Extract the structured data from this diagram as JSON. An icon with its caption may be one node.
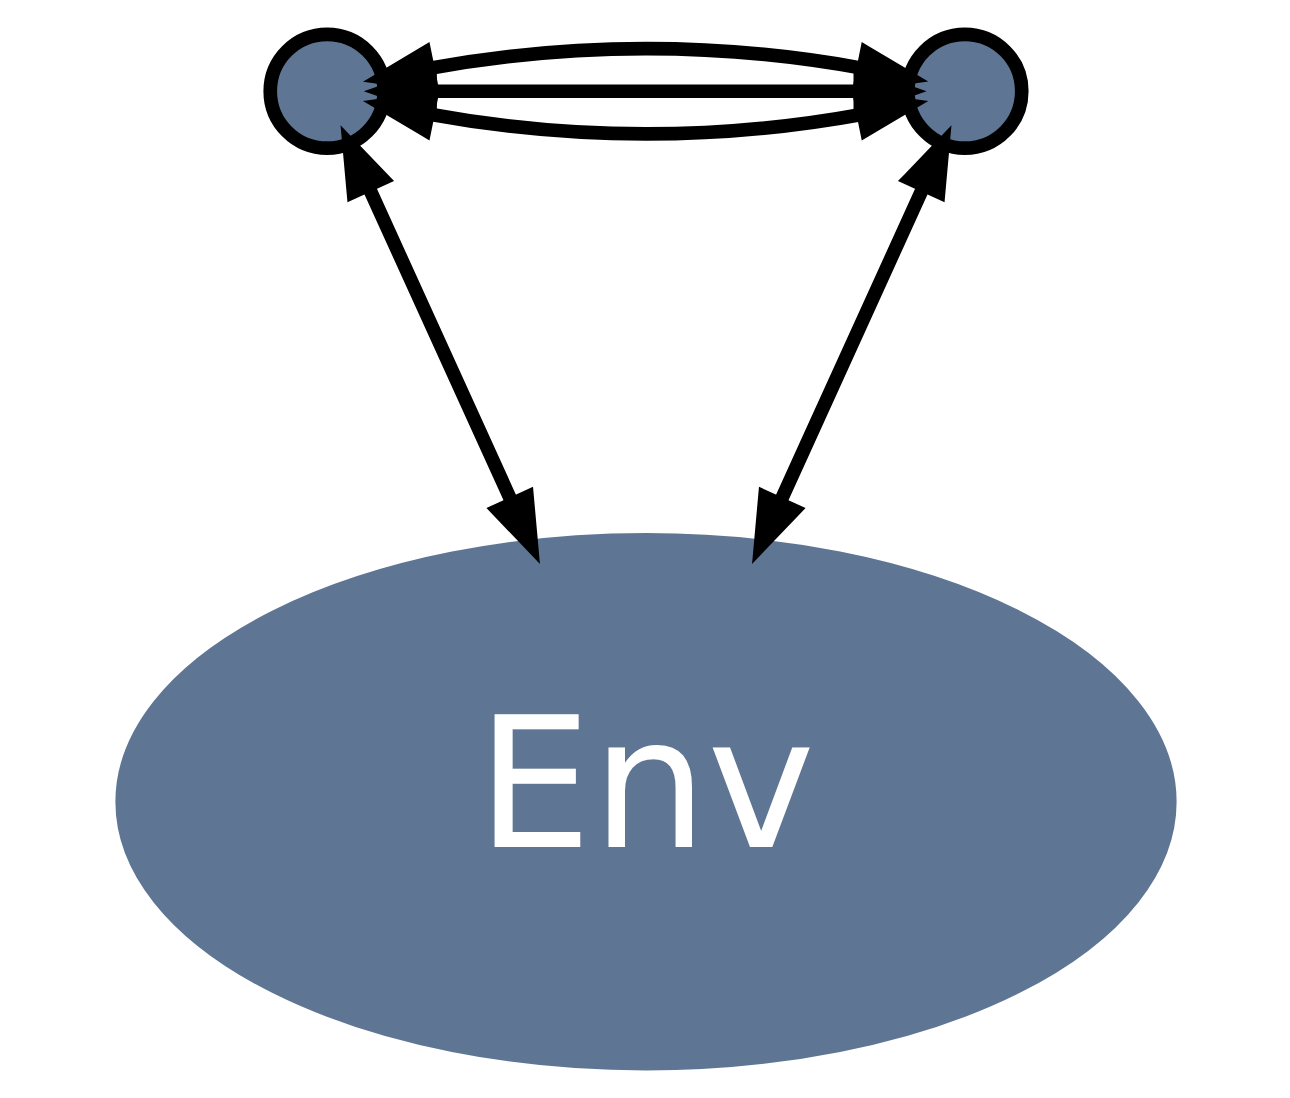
{
  "diagram": {
    "nodes": [
      {
        "text": [],
        "shape": "circle"
      },
      {
        "text": [],
        "shape": "circle"
      },
      {
        "text": [
          "Env"
        ]
      }
    ],
    "edges": [
      {
        "from": 0,
        "to": 1,
        "arrow": "both"
      },
      {
        "from": 0,
        "to": 1,
        "arrow": "both"
      },
      {
        "from": 0,
        "to": 1,
        "arrow": "both"
      },
      {
        "from": 0,
        "to": 2,
        "arrow": "both"
      },
      {
        "from": 1,
        "to": 2,
        "arrow": "both"
      }
    ]
  }
}
